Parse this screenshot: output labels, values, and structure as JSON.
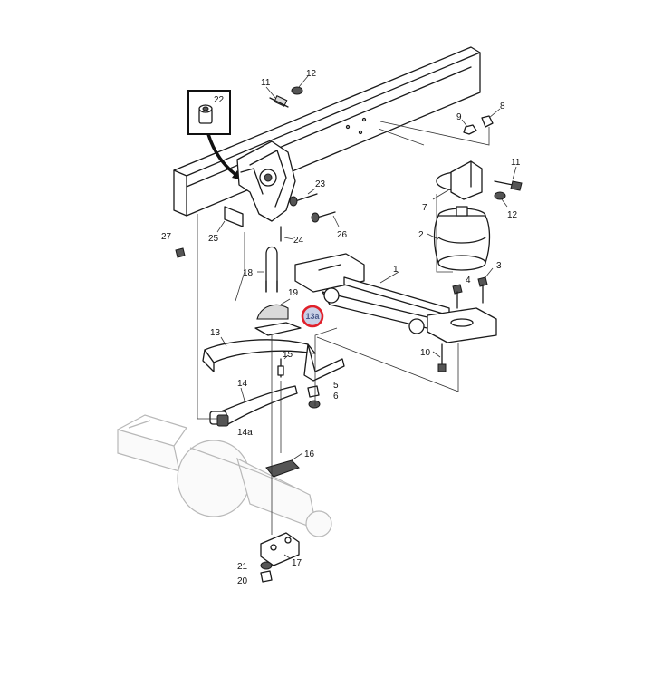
{
  "callouts": {
    "c1": "1",
    "c2": "2",
    "c3": "3",
    "c4": "4",
    "c5": "5",
    "c6": "6",
    "c7": "7",
    "c8": "8",
    "c9": "9",
    "c10": "10",
    "c11a": "11",
    "c11b": "11",
    "c12a": "12",
    "c12b": "12",
    "c13": "13",
    "c13a": "13a",
    "c14": "14",
    "c14a": "14a",
    "c15": "15",
    "c16": "16",
    "c17": "17",
    "c18": "18",
    "c19": "19",
    "c20": "20",
    "c21": "21",
    "c22": "22",
    "c23": "23",
    "c24": "24",
    "c25": "25",
    "c26": "26",
    "c27": "27"
  },
  "colors": {
    "highlight_ring": "#e0202a",
    "highlight_fill": "#c9d0e6",
    "line": "#1a1a1a",
    "ghost_line": "#b8b8b8"
  }
}
